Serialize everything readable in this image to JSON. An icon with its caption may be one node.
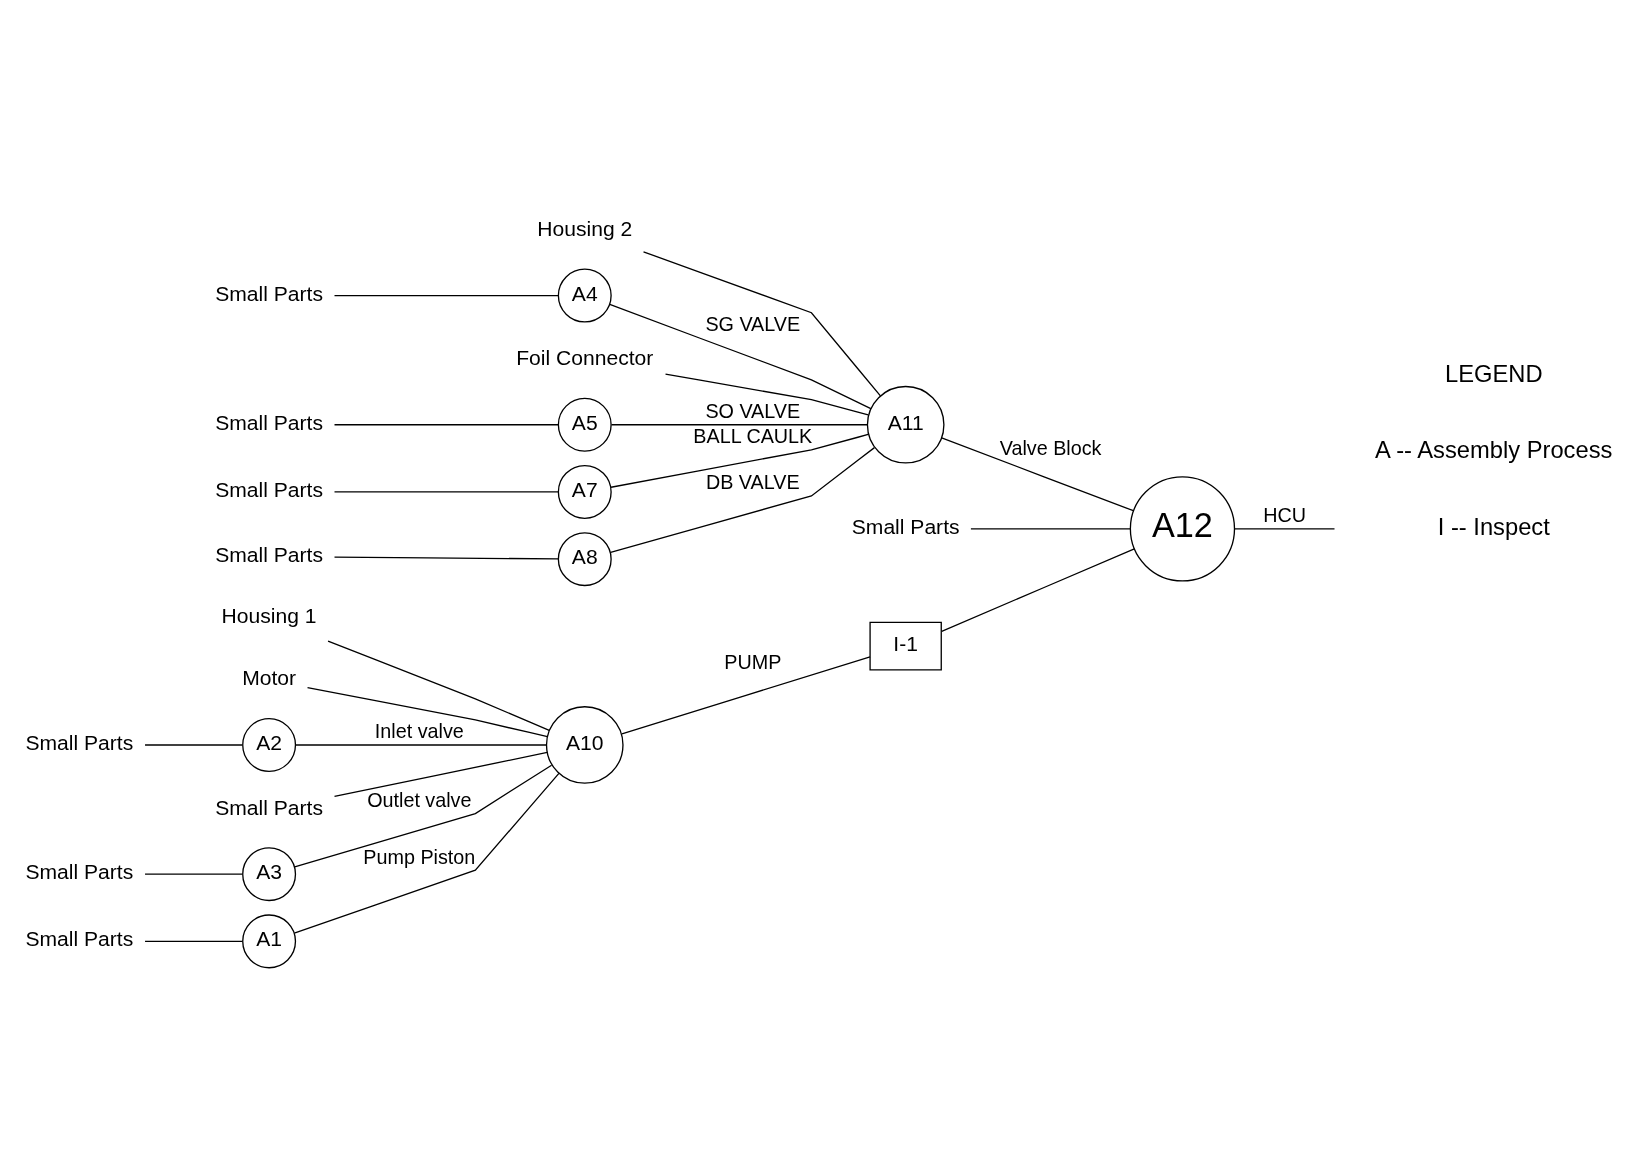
{
  "diagram": {
    "nodes": [
      {
        "text": [
          "Housing 1"
        ]
      },
      {
        "text": [
          "Small Parts"
        ]
      },
      {
        "text": [
          "A1"
        ]
      },
      {
        "text": [
          "Motor"
        ]
      },
      {
        "text": [
          "Small Parts"
        ]
      },
      {
        "text": [
          "A2"
        ]
      },
      {
        "text": [
          "Small Parts"
        ]
      },
      {
        "text": [
          "Small Parts"
        ]
      },
      {
        "text": [
          "A3"
        ]
      },
      {
        "text": [
          "A10"
        ]
      },
      {
        "text": [
          "I-1"
        ]
      },
      {
        "text": [
          "Small Parts"
        ]
      },
      {
        "text": [
          "A12"
        ]
      },
      {
        "text": [
          "Foil Connector"
        ]
      },
      {
        "text": [
          "Small Parts"
        ]
      },
      {
        "text": [
          "A4"
        ]
      },
      {
        "text": [
          "Small Parts"
        ]
      },
      {
        "text": [
          "A5"
        ]
      },
      {
        "text": [
          "Small Parts"
        ]
      },
      {
        "text": [
          "A7"
        ]
      },
      {
        "text": [
          "Small Parts"
        ]
      },
      {
        "text": [
          "A8"
        ]
      },
      {
        "text": [
          "Housing 2"
        ]
      },
      {
        "text": [
          "A11"
        ]
      }
    ],
    "edges": [
      {
        "from": 0,
        "to": 9,
        "arrow": "none"
      },
      {
        "from": 1,
        "to": 2,
        "arrow": "none"
      },
      {
        "from": 2,
        "to": 9,
        "label": "Pump Piston",
        "arrow": "none"
      },
      {
        "from": 3,
        "to": 9,
        "arrow": "none"
      },
      {
        "from": 4,
        "to": 5,
        "arrow": "none"
      },
      {
        "from": 5,
        "to": 9,
        "label": "Inlet valve",
        "arrow": "none"
      },
      {
        "from": 6,
        "to": 9,
        "arrow": "none"
      },
      {
        "from": 7,
        "to": 8,
        "arrow": "none"
      },
      {
        "from": 8,
        "to": 9,
        "label": "Outlet valve",
        "arrow": "none"
      },
      {
        "from": 9,
        "to": 10,
        "label": "PUMP",
        "arrow": "none"
      },
      {
        "from": 10,
        "to": 12,
        "arrow": "none"
      },
      {
        "from": 11,
        "to": 12,
        "arrow": "none"
      },
      {
        "from": 12,
        "to": null,
        "label": "HCU",
        "arrow": "none"
      },
      {
        "from": 13,
        "to": 23,
        "arrow": "none"
      },
      {
        "from": 14,
        "to": 15,
        "arrow": "none"
      },
      {
        "from": 15,
        "to": 23,
        "label": "SG VALVE",
        "arrow": "none"
      },
      {
        "from": 16,
        "to": 17,
        "arrow": "none"
      },
      {
        "from": 17,
        "to": 23,
        "label": "SO VALVE",
        "arrow": "none"
      },
      {
        "from": 18,
        "to": 19,
        "arrow": "none"
      },
      {
        "from": 19,
        "to": 23,
        "label": "BALL CAULK",
        "arrow": "none"
      },
      {
        "from": 20,
        "to": 21,
        "arrow": "none"
      },
      {
        "from": 21,
        "to": 23,
        "label": "DB VALVE",
        "arrow": "none"
      },
      {
        "from": 22,
        "to": 23,
        "arrow": "none"
      },
      {
        "from": 23,
        "to": 12,
        "label": "Valve Block",
        "arrow": "none"
      }
    ],
    "labels": [
      "LEGEND",
      "A -- Assembly Process",
      "I -- Inspect"
    ]
  }
}
